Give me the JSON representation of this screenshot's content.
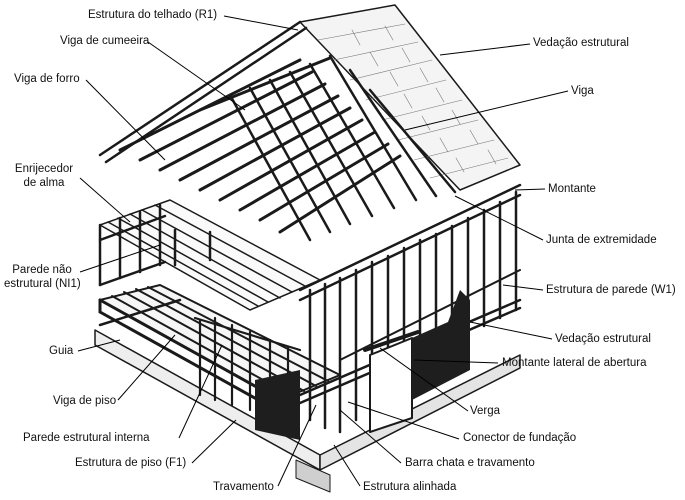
{
  "labels": {
    "estrutura_telhado": "Estrutura do telhado (R1)",
    "viga_cumeeira": "Viga de cumeeira",
    "viga_forro": "Viga de forro",
    "enrijecedor_l1": "Enrijecedor",
    "enrijecedor_l2": "de alma",
    "parede_nao_l1": "Parede não",
    "parede_nao_l2": "estrutural (NI1)",
    "guia": "Guia",
    "viga_piso": "Viga de piso",
    "parede_interna": "Parede estrutural interna",
    "estrutura_piso": "Estrutura de piso (F1)",
    "travamento": "Travamento",
    "estrutura_alinhada": "Estrutura alinhada",
    "barra_chata": "Barra chata e travamento",
    "conector_fundacao": "Conector de fundação",
    "verga": "Verga",
    "montante_lateral": "Montante lateral de abertura",
    "vedacao_estrutural_baixo": "Vedação estrutural",
    "estrutura_parede": "Estrutura de parede (W1)",
    "junta_extremidade": "Junta de extremidade",
    "montante": "Montante",
    "viga": "Viga",
    "vedacao_estrutural_topo": "Vedação estrutural"
  }
}
